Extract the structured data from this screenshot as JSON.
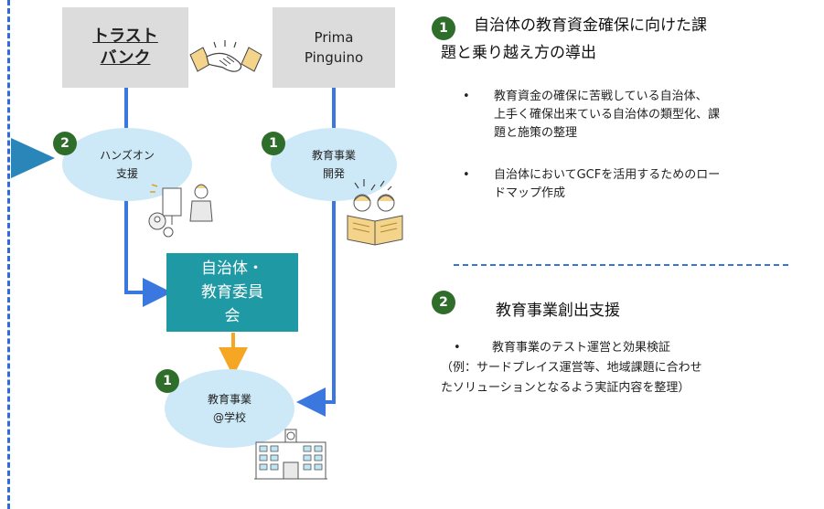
{
  "companies": {
    "trust_bank": [
      "トラスト",
      "バンク"
    ],
    "prima_pinguino": [
      "Prima",
      "Pinguino"
    ]
  },
  "ovals": {
    "hands_on": {
      "num": "2",
      "lines": [
        "ハンズオン",
        "支援"
      ]
    },
    "edu_dev": {
      "num": "1",
      "lines": [
        "教育事業",
        "開発"
      ]
    },
    "edu_school": {
      "num": "1",
      "lines": [
        "教育事業",
        "@学校"
      ]
    }
  },
  "council": [
    "自治体・",
    "教育委員",
    "会"
  ],
  "section1": {
    "num": "1",
    "title_lines": [
      "自治体の教育資金確保に向けた課",
      "題と乗り越え方の導出"
    ],
    "bullets": [
      {
        "marker": "•",
        "lines": [
          "教育資金の確保に苦戦している自治体、",
          "上手く確保出来ている自治体の類型化、課",
          "題と施策の整理"
        ]
      },
      {
        "marker": "•",
        "lines": [
          "自治体においてGCFを活用するためのロー",
          "ドマップ作成"
        ]
      }
    ]
  },
  "section2": {
    "num": "2",
    "title": "教育事業創出支援",
    "bullet_marker": "•",
    "bullet": "教育事業のテスト運営と効果検証",
    "lines": [
      "（例：サードプレイス運営等、地域課題に合わせ",
      "たソリューションとなるよう実証内容を整理）"
    ]
  },
  "colors": {
    "accent_blue": "#3a78e0",
    "orange": "#f5a623",
    "teal": "#1f9aa5",
    "green_badge": "#2f6d2a",
    "oval_fill": "#cde9f7",
    "gray_box": "#dcdcdc"
  },
  "icons": [
    "handshake-icon",
    "workers-illustration-icon",
    "kids-reading-illustration-icon",
    "school-building-icon"
  ]
}
